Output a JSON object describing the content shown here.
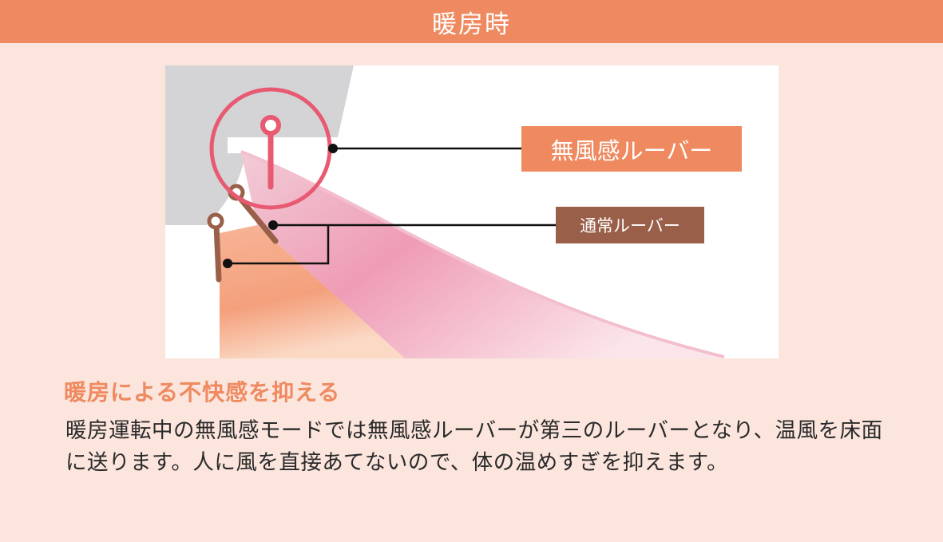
{
  "header": {
    "title": "暖房時"
  },
  "diagram": {
    "louver_label": "無風感ルーバー",
    "normal_louver_label": "通常ルーバー",
    "colors": {
      "accent": "#ef8a60",
      "pink_ring": "#e85a72",
      "normal_louver": "#9a5f48",
      "ceiling": "#d4d4d6",
      "warm_airflow": "#f29a6e",
      "pink_airflow": "#ef9ab2"
    }
  },
  "content": {
    "heading": "暖房による不快感を抑える",
    "description": "暖房運転中の無風感モードでは無風感ルーバーが第三のルーバーとなり、温風を床面に送ります。人に風を直接あてないので、体の温めすぎを抑えます。"
  }
}
